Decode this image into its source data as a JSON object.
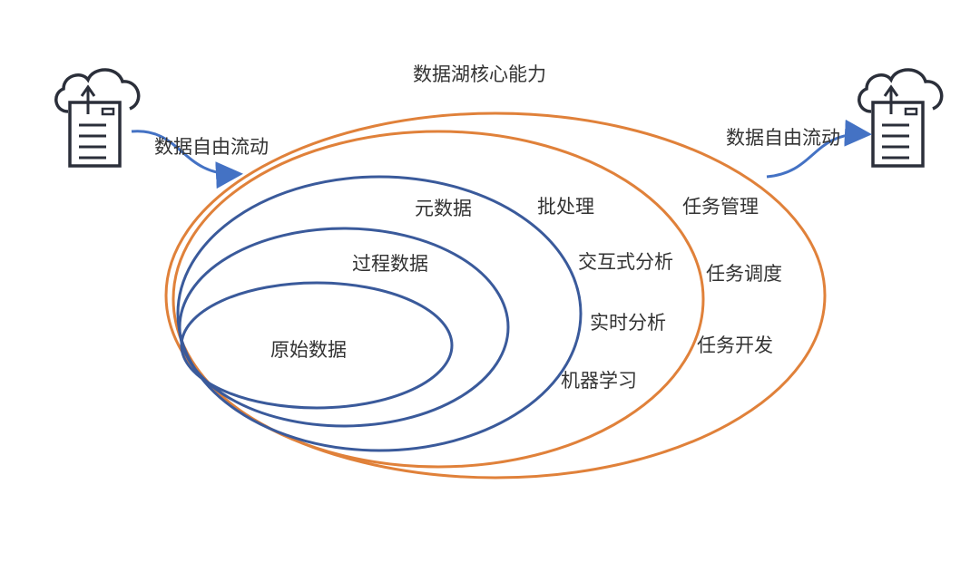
{
  "title": "数据湖核心能力",
  "flow_left": "数据自由流动",
  "flow_right": "数据自由流动",
  "data_layers": [
    "原始数据",
    "过程数据",
    "元数据"
  ],
  "processing": [
    "批处理",
    "交互式分析",
    "实时分析",
    "机器学习"
  ],
  "task": [
    "任务管理",
    "任务调度",
    "任务开发"
  ],
  "colors": {
    "orange": "#E0813A",
    "blue": "#3A5A9B",
    "arrow": "#4472C4",
    "icon": "#2B2F3A"
  }
}
